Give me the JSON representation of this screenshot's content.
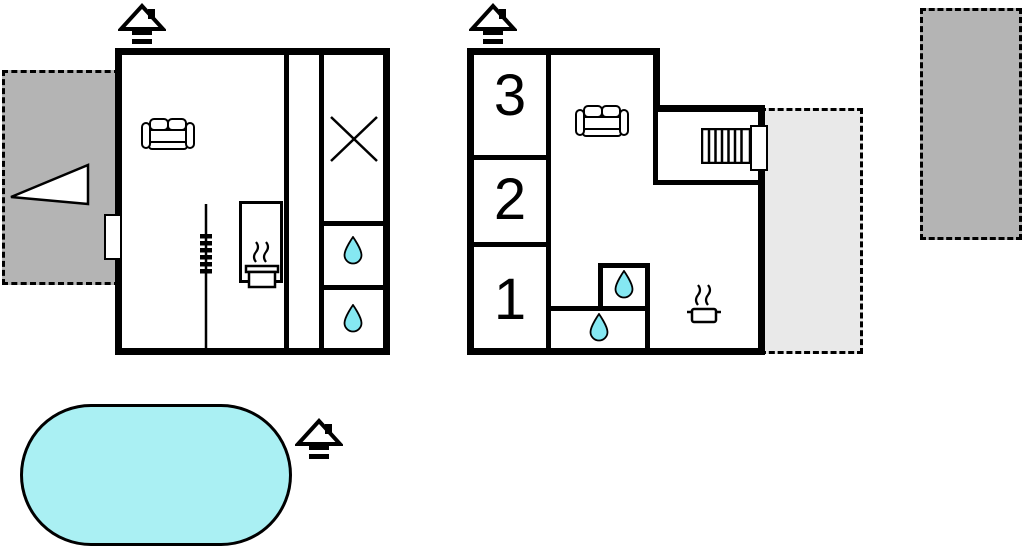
{
  "floorplan": {
    "room_labels": {
      "room3": "3",
      "room2": "2",
      "room1": "1"
    },
    "icons": {
      "entrance_marker": "house-entrance-marker",
      "sofa": "sofa",
      "window": "window-cross",
      "ladder": "ladder",
      "stove": "stove-with-steam",
      "pot": "cooking-pot-with-steam",
      "shower": "water-drop",
      "stairs": "stairs",
      "door": "door-opening",
      "pool": "swimming-pool",
      "terrace_arrow": "terrace-triangle-arrow"
    }
  },
  "colors": {
    "wall": "#000000",
    "terrace-dark": "#b4b4b4",
    "terrace-light": "#e9e9e9",
    "pool": "#aaf0f3",
    "drop": "#85e8f2"
  }
}
